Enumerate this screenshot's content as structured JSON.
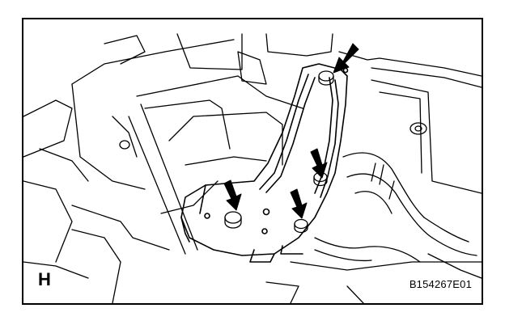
{
  "figure": {
    "view_letter": "H",
    "reference_code": "B154267E01",
    "line_color": "#000000",
    "background_color": "#ffffff",
    "arrow_count": 4,
    "bolt_count": 4
  }
}
